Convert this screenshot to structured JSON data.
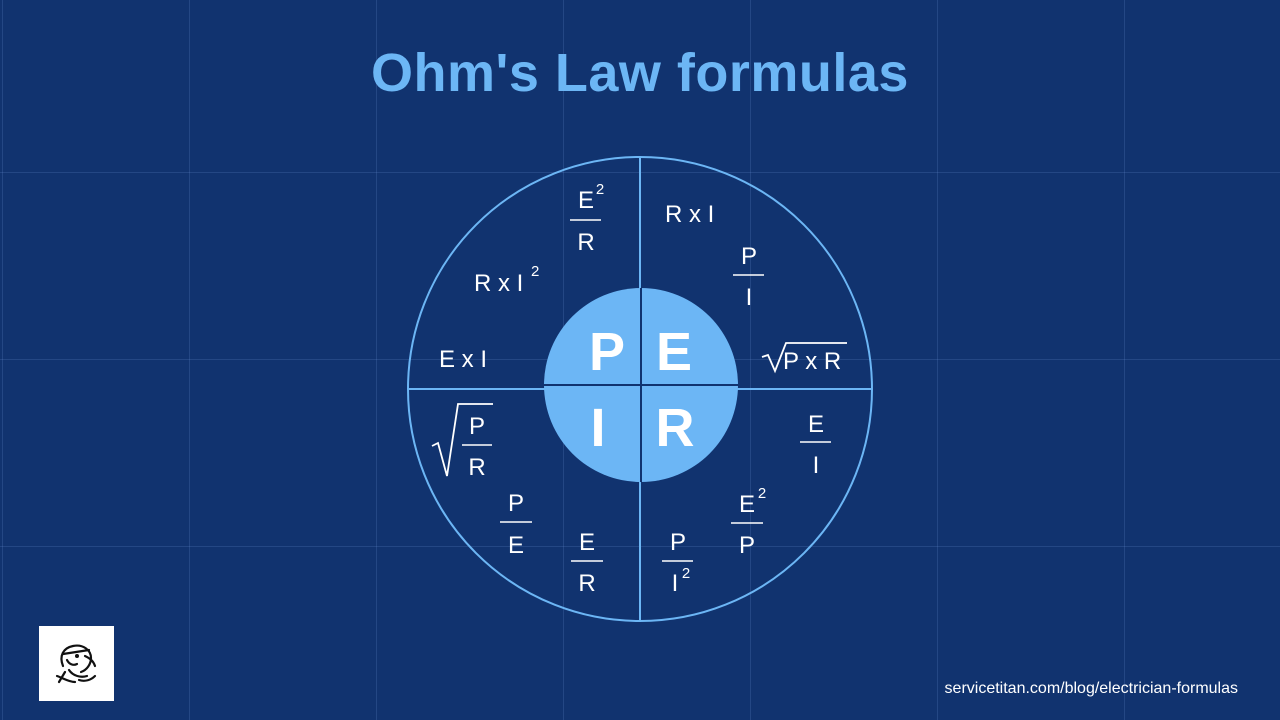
{
  "title": "Ohm's Law formulas",
  "center": {
    "p": "P",
    "e": "E",
    "i": "I",
    "r": "R"
  },
  "formulas": {
    "p_top_left": {
      "num": "E",
      "exp": "2",
      "den": "R"
    },
    "p_rxi2": {
      "text": "R x I",
      "exp": "2"
    },
    "p_exi": "E x I",
    "e_rxi": "R x I",
    "e_p_over_i": {
      "num": "P",
      "den": "I"
    },
    "e_sqrt_pxr": "P x R",
    "r_e_over_i": {
      "num": "E",
      "den": "I"
    },
    "r_e2_over_p": {
      "num": "E",
      "exp": "2",
      "den": "P"
    },
    "r_p_over_i2": {
      "num": "P",
      "den": "I",
      "exp": "2"
    },
    "i_e_over_r": {
      "num": "E",
      "den": "R"
    },
    "i_p_over_e": {
      "num": "P",
      "den": "E"
    },
    "i_sqrt_p_over_r": {
      "num": "P",
      "den": "R"
    }
  },
  "footer": {
    "url": "servicetitan.com/blog/electrician-formulas"
  },
  "logo": {
    "icon": "technician-head-icon"
  },
  "colors": {
    "background": "#11336f",
    "accent": "#6cb6f5",
    "line": "#6cb6f5",
    "text": "#ffffff"
  }
}
